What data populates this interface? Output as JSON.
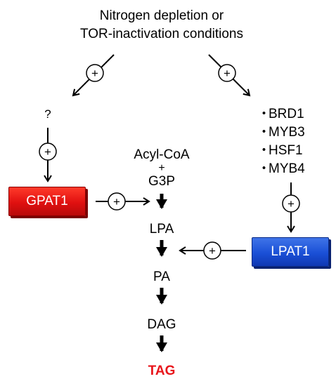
{
  "title_line1": "Nitrogen depletion or",
  "title_line2": "TOR-inactivation conditions",
  "unknown": "?",
  "plus": "+",
  "gpat1": "GPAT1",
  "lpat1": "LPAT1",
  "genes": [
    {
      "bullet": "・",
      "name": "BRD1"
    },
    {
      "bullet": "・",
      "name": "MYB3"
    },
    {
      "bullet": "・",
      "name": "HSF1"
    },
    {
      "bullet": "・",
      "name": "MYB4"
    }
  ],
  "pathway": {
    "acyl_coa": "Acyl-CoA",
    "plus_sign": "+",
    "g3p": "G3P",
    "lpa": "LPA",
    "pa": "PA",
    "dag": "DAG",
    "tag": "TAG"
  },
  "colors": {
    "gpat1_box": "#e01010",
    "lpat1_box": "#1a4fd6",
    "tag_text": "#e8161b"
  }
}
